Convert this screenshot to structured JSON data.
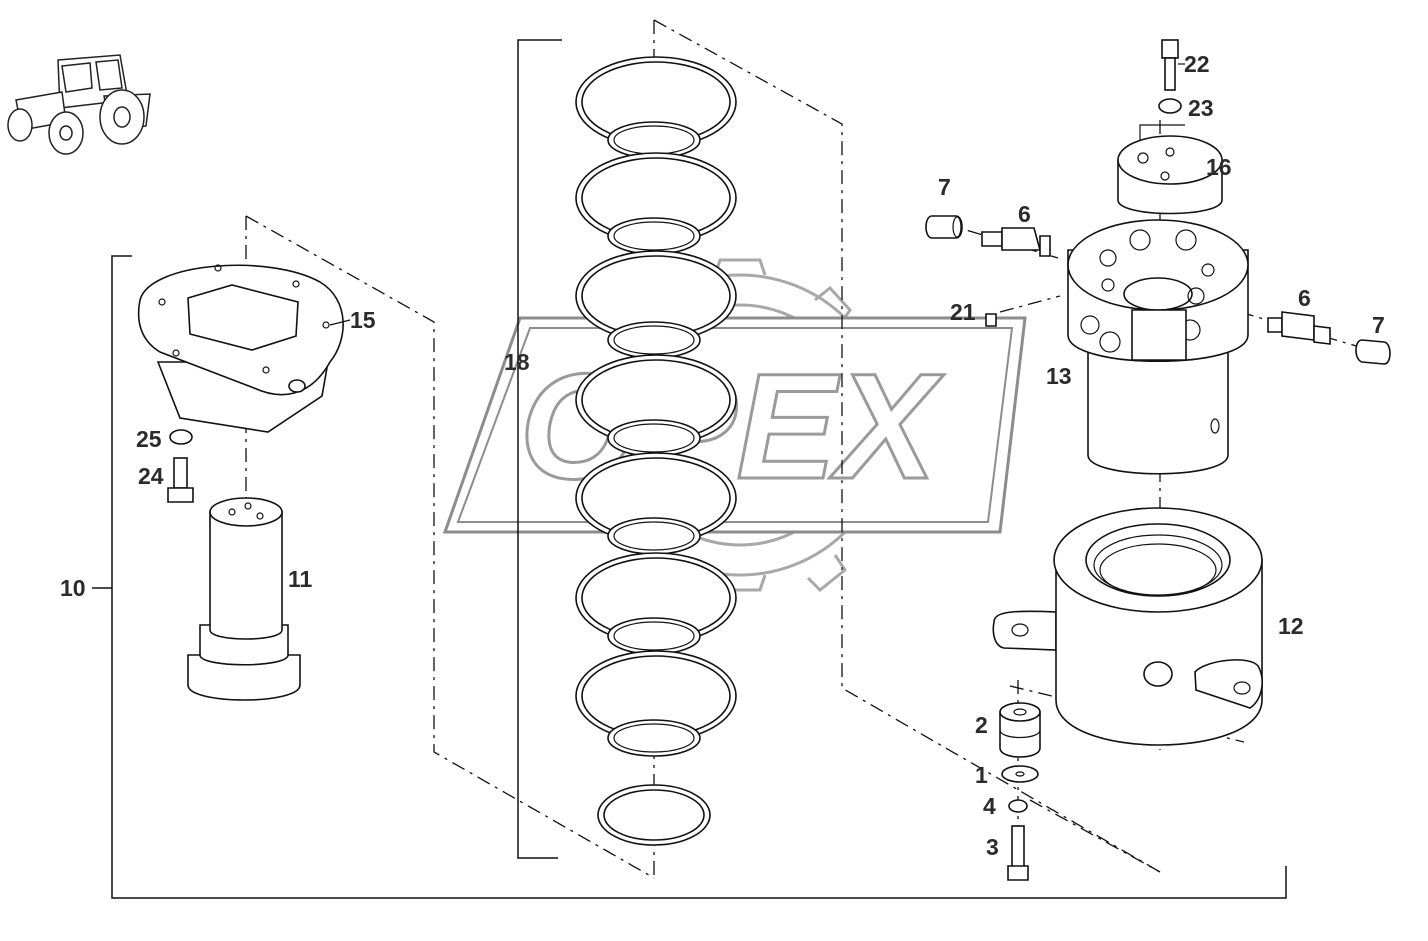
{
  "watermark": {
    "text": "OPEX"
  },
  "labels": {
    "p1": "1",
    "p2": "2",
    "p3": "3",
    "p4": "4",
    "p6a": "6",
    "p6b": "6",
    "p7a": "7",
    "p7b": "7",
    "p10": "10",
    "p11": "11",
    "p12": "12",
    "p13": "13",
    "p15": "15",
    "p16": "16",
    "p18": "18",
    "p21": "21",
    "p22": "22",
    "p23": "23",
    "p24": "24",
    "p25": "25"
  },
  "icons": {
    "corner": "tractor-icon",
    "background": "gear-watermark-icon"
  }
}
